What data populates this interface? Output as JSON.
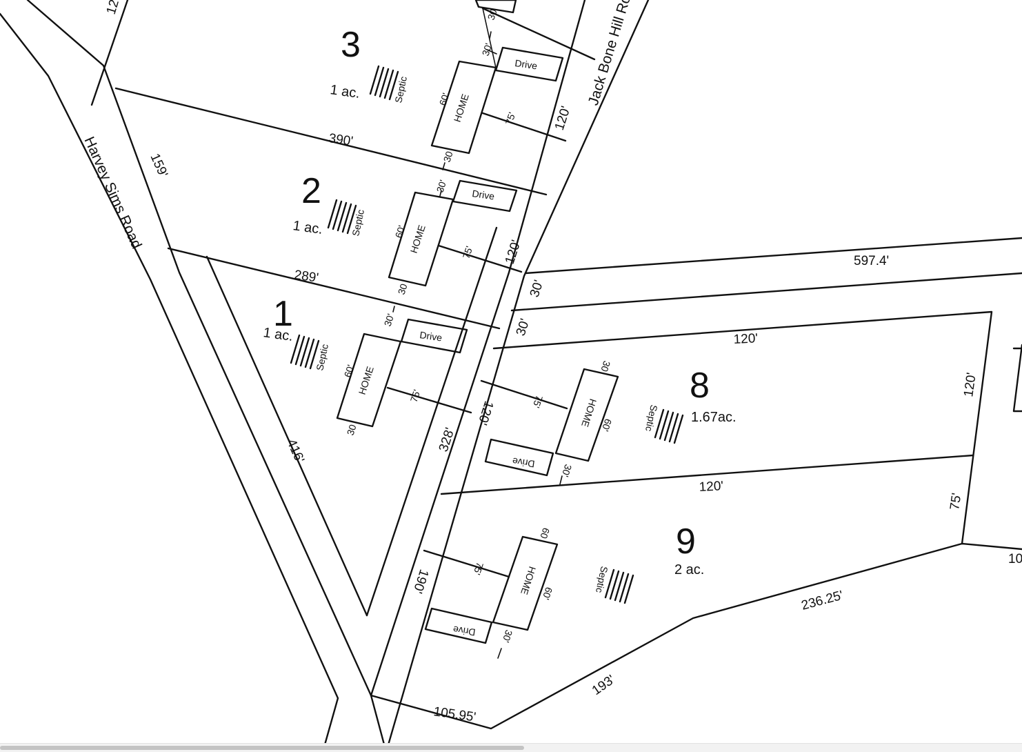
{
  "roads": {
    "harvey": "Harvey Sims Road",
    "jackbone": "Jack Bone Hill Ro"
  },
  "lots": {
    "lot1": {
      "number": "1",
      "acres": "1 ac."
    },
    "lot2": {
      "number": "2",
      "acres": "1 ac."
    },
    "lot3": {
      "number": "3",
      "acres": "1 ac."
    },
    "lot8": {
      "number": "8",
      "acres": "1.67ac."
    },
    "lot9": {
      "number": "9",
      "acres": "2 ac."
    }
  },
  "labels": {
    "home": "HOME",
    "drive": "Drive",
    "septic": "Septic"
  },
  "dimensions": {
    "d12x": "12",
    "d159": "159'",
    "d390": "390'",
    "d289": "289'",
    "d416": "416'",
    "d328": "328'",
    "d190": "190'",
    "d105": "105.95'",
    "d193": "193'",
    "d236": "236.25'",
    "d597": "597.4'",
    "d120": "120'",
    "d75": "75'",
    "d30": "30'",
    "d60": "60'",
    "d10x": "10",
    "s30": "30'",
    "s30b": "30",
    "s60": "60'",
    "s75": "75'",
    "s60b": "60"
  }
}
